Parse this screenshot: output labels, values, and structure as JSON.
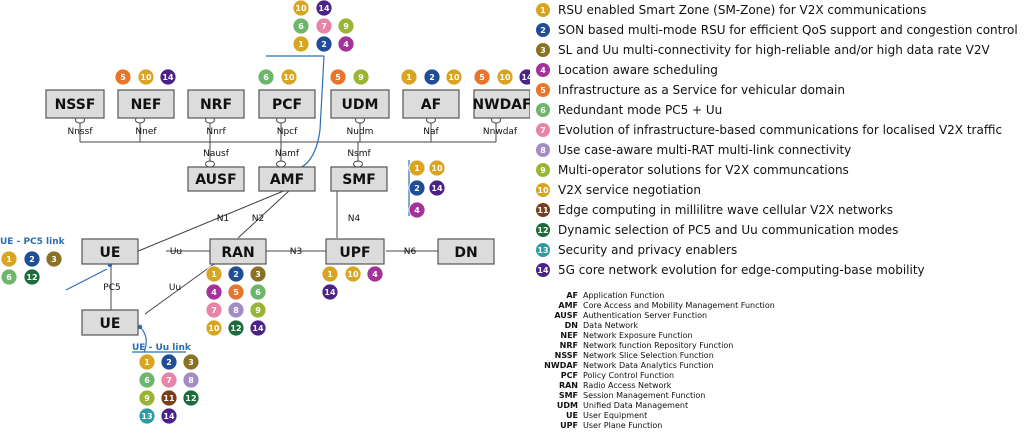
{
  "palette": {
    "1": "#d9a520",
    "2": "#1f4e96",
    "3": "#8a7224",
    "4": "#a5329b",
    "5": "#e8752b",
    "6": "#6db66b",
    "7": "#e884a8",
    "8": "#a38cc4",
    "9": "#99b534",
    "10": "#d9a520",
    "11": "#7a3e1a",
    "12": "#1c6b3a",
    "13": "#2e9aa3",
    "14": "#4b2287"
  },
  "nodes": {
    "nssf": "NSSF",
    "nef": "NEF",
    "nrf": "NRF",
    "pcf": "PCF",
    "udm": "UDM",
    "af": "AF",
    "nwdaf": "NWDAF",
    "ausf": "AUSF",
    "amf": "AMF",
    "smf": "SMF",
    "ue1": "UE",
    "ue2": "UE",
    "ran": "RAN",
    "upf": "UPF",
    "dn": "DN"
  },
  "interfaces": {
    "nnssf": "Nnssf",
    "nnef": "Nnef",
    "nnrf": "Nnrf",
    "npcf": "Npcf",
    "nudm": "Nudm",
    "naf": "Naf",
    "nnwdaf": "Nnwdaf",
    "nausf": "Nausf",
    "namf": "Namf",
    "nsmf": "Nsmf",
    "n1": "N1",
    "n2": "N2",
    "n3": "N3",
    "n4": "N4",
    "n6": "N6",
    "uu1": "Uu",
    "uu2": "Uu",
    "pc5": "PC5"
  },
  "links": {
    "pc5_title": "UE - PC5 link",
    "uu_title": "UE - Uu link"
  },
  "badge_groups": {
    "amf_top": [
      10,
      14,
      6,
      7,
      9,
      1,
      2,
      4
    ],
    "nef": [
      5,
      10,
      14
    ],
    "pcf": [
      6,
      10
    ],
    "udm": [
      5,
      9
    ],
    "af": [
      1,
      2,
      10
    ],
    "nwdaf": [
      5,
      10,
      14
    ],
    "smf": [
      1,
      10,
      2,
      14,
      4
    ],
    "ue_pc5": [
      1,
      2,
      3,
      6,
      12
    ],
    "ran": [
      1,
      2,
      3,
      4,
      5,
      6,
      7,
      8,
      9,
      10,
      12,
      14
    ],
    "upf": [
      1,
      10,
      4,
      14
    ],
    "ue_uu": [
      1,
      2,
      3,
      6,
      7,
      8,
      9,
      11,
      12,
      13,
      14
    ]
  },
  "legend": [
    {
      "num": "1",
      "text": "RSU enabled Smart Zone (SM-Zone) for V2X communications"
    },
    {
      "num": "2",
      "text": "SON based multi-mode RSU for efficient QoS support and congestion control"
    },
    {
      "num": "3",
      "text": "SL and Uu multi-connectivity for high-reliable and/or high data rate V2V"
    },
    {
      "num": "4",
      "text": "Location aware scheduling"
    },
    {
      "num": "5",
      "text": "Infrastructure as a Service for vehicular domain"
    },
    {
      "num": "6",
      "text": "Redundant mode PC5 + Uu"
    },
    {
      "num": "7",
      "text": "Evolution of infrastructure-based communications for localised V2X traffic"
    },
    {
      "num": "8",
      "text": "Use case-aware multi-RAT multi-link connectivity"
    },
    {
      "num": "9",
      "text": "Multi-operator solutions for V2X communcations"
    },
    {
      "num": "10",
      "text": "V2X service negotiation"
    },
    {
      "num": "11",
      "text": "Edge computing in millilitre wave cellular V2X networks"
    },
    {
      "num": "12",
      "text": "Dynamic selection of PC5 and Uu communication modes"
    },
    {
      "num": "13",
      "text": "Security and privacy enablers"
    },
    {
      "num": "14",
      "text": "5G core network evolution for edge-computing-base mobility"
    }
  ],
  "abbreviations": [
    {
      "abbr": "AF",
      "def": "Application Function"
    },
    {
      "abbr": "AMF",
      "def": "Core Access and Mobility Management Function"
    },
    {
      "abbr": "AUSF",
      "def": "Authentication Server Function"
    },
    {
      "abbr": "DN",
      "def": "Data Network"
    },
    {
      "abbr": "NEF",
      "def": "Network Exposure Function"
    },
    {
      "abbr": "NRF",
      "def": "Network function Repository Function"
    },
    {
      "abbr": "NSSF",
      "def": "Network Slice Selection Function"
    },
    {
      "abbr": "NWDAF",
      "def": "Network Data Analytics Function"
    },
    {
      "abbr": "PCF",
      "def": "Policy Control Function"
    },
    {
      "abbr": "RAN",
      "def": "Radio Access Network"
    },
    {
      "abbr": "SMF",
      "def": "Session Management Function"
    },
    {
      "abbr": "UDM",
      "def": "Unified Data Management"
    },
    {
      "abbr": "UE",
      "def": "User Equipment"
    },
    {
      "abbr": "UPF",
      "def": "User Plane Function"
    }
  ]
}
